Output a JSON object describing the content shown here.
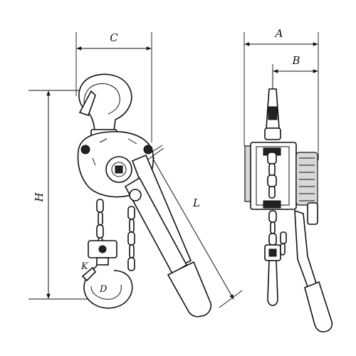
{
  "dimension_labels": {
    "a": "A",
    "b": "B",
    "c": "C",
    "h": "H",
    "l": "L",
    "k": "K",
    "d": "D"
  }
}
